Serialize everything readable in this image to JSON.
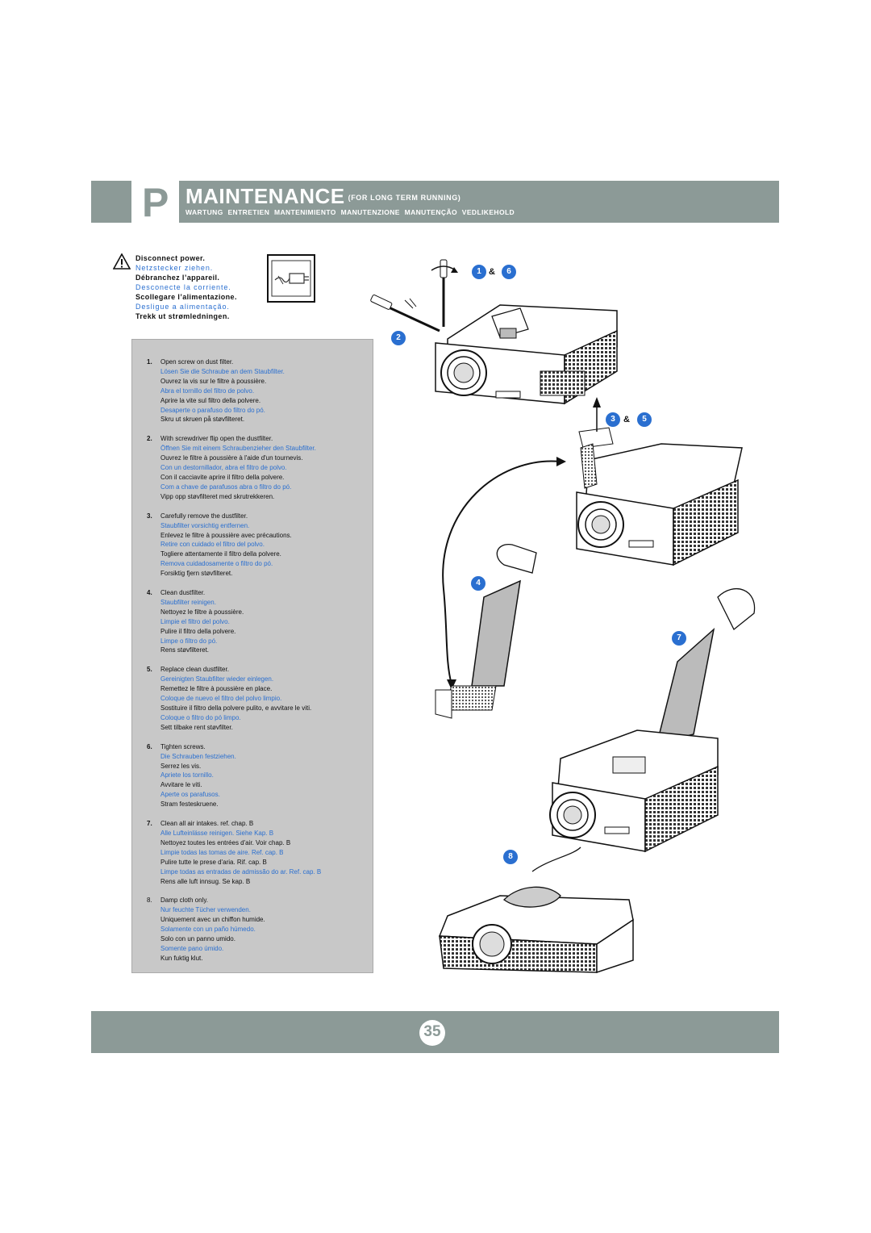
{
  "header": {
    "letter": "P",
    "title": "MAINTENANCE",
    "title_sub": "(FOR LONG TERM RUNNING)",
    "languages": "WARTUNG ENTRETIEN MANTENIMIENTO MANUTENZIONE MANUTENÇÃO VEDLIKEHOLD"
  },
  "warning": {
    "lines": [
      {
        "text": "Disconnect power.",
        "color": "black"
      },
      {
        "text": "Netzstecker ziehen.",
        "color": "blue"
      },
      {
        "text": "Débranchez l’appareil.",
        "color": "black"
      },
      {
        "text": "Desconecte la corriente.",
        "color": "blue"
      },
      {
        "text": "Scollegare l’alimentazione.",
        "color": "black"
      },
      {
        "text": "Desligue a alimentação.",
        "color": "blue"
      },
      {
        "text": "Trekk ut strømledningen.",
        "color": "black"
      }
    ]
  },
  "steps": [
    {
      "num": "1.",
      "lines": [
        "Open screw on dust filter.",
        "Lösen Sie die Schraube an dem Staubfilter.",
        "Ouvrez la vis sur le filtre à poussière.",
        "Abra el tornillo del filtro de polvo.",
        "Aprire la vite sul filtro della polvere.",
        "Desaperte o parafuso do filtro do pó.",
        "Skru ut skruen på støvfilteret."
      ]
    },
    {
      "num": "2.",
      "lines": [
        "With screwdriver flip open the dustfilter.",
        "Öffnen Sie mit einem Schraubenzieher den Staubfilter.",
        "Ouvrez le filtre à poussière à l'aide d'un tournevis.",
        "Con un destornillador, abra el filtro de polvo.",
        "Con il cacciavite aprire il filtro della polvere.",
        "Com a chave de parafusos abra o filtro do pó.",
        "Vipp opp støvfilteret med skrutrekkeren."
      ]
    },
    {
      "num": "3.",
      "lines": [
        "Carefully remove the dustfilter.",
        "Staubfilter vorsichtig entfernen.",
        "Enlevez le filtre à poussière avec précautions.",
        "Retire con cuidado el filtro del polvo.",
        "Togliere attentamente il filtro della polvere.",
        "Remova cuidadosamente o filtro do pó.",
        "Forsiktig fjern støvfilteret."
      ]
    },
    {
      "num": "4.",
      "lines": [
        "Clean dustfilter.",
        "Staubfilter reinigen.",
        "Nettoyez le filtre à poussière.",
        "Limpie el filtro del polvo.",
        "Pulire il filtro della polvere.",
        "Limpe o filtro do pó.",
        "Rens støvfilteret."
      ]
    },
    {
      "num": "5.",
      "lines": [
        "Replace clean dustfilter.",
        "Gereinigten Staubfilter wieder einlegen.",
        "Remettez le filtre à poussière en place.",
        "Coloque de nuevo el filtro del polvo limpio.",
        "Sostituire il filtro della polvere pulito, e avvitare le viti.",
        "Coloque o filtro do pó limpo.",
        "Sett tilbake rent støvfilter."
      ]
    },
    {
      "num": "6.",
      "lines": [
        "Tighten screws.",
        "Die Schrauben festziehen.",
        "Serrez les vis.",
        "Apriete los tornillo.",
        "Avvitare le viti.",
        "Aperte os parafusos.",
        "Stram festeskruene."
      ]
    },
    {
      "num": "7.",
      "lines": [
        "Clean all air intakes. ref. chap. B",
        "Alle Lufteinlässe reinigen. Siehe Kap. B",
        "Nettoyez toutes les entrées d'air. Voir chap. B",
        "Limpie todas las tomas de aire. Ref. cap. B",
        "Pulire tutte le prese d'aria. Rif. cap. B",
        "Limpe todas as entradas de admissão do ar. Ref. cap. B",
        "Rens alle luft innsug. Se kap. B"
      ]
    },
    {
      "num": "8.",
      "lines": [
        "Damp cloth only.",
        "Nur feuchte Tücher verwenden.",
        "Uniquement avec un chiffon humide.",
        "Solamente con un paño húmedo.",
        "Solo con un panno umido.",
        "Somente pano úmido.",
        "Kun fuktig klut."
      ]
    }
  ],
  "badges": {
    "b1": "1",
    "b6": "6",
    "b2": "2",
    "b3": "3",
    "b5": "5",
    "b4": "4",
    "b7": "7",
    "b8": "8",
    "amp": "&"
  },
  "footer": {
    "page_number": "35"
  },
  "colors": {
    "header_gray": "#8c9a97",
    "accent_blue": "#2a6fd0",
    "panel_gray": "#c8c8c8"
  }
}
